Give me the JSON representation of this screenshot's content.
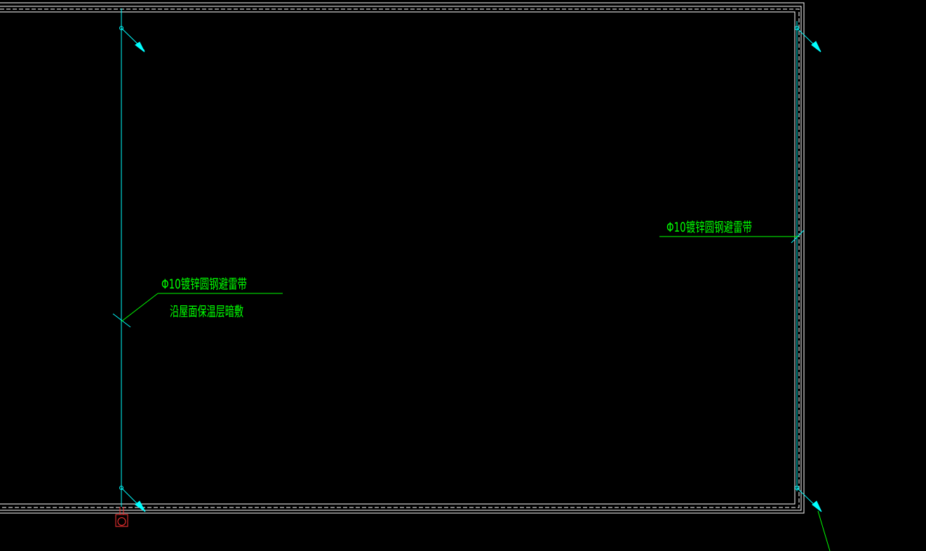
{
  "drawing": {
    "background": "#000000",
    "colors": {
      "wall": "#ffffff",
      "conductor": "#00ffff",
      "annotation": "#00ff00",
      "downlead": "#ff3333"
    },
    "labels": {
      "left_line1": "Φ10镀锌圆钢避雷带",
      "left_line2": "沿屋面保温层暗敷",
      "right_line1": "Φ10镀锌圆钢避雷带"
    }
  }
}
